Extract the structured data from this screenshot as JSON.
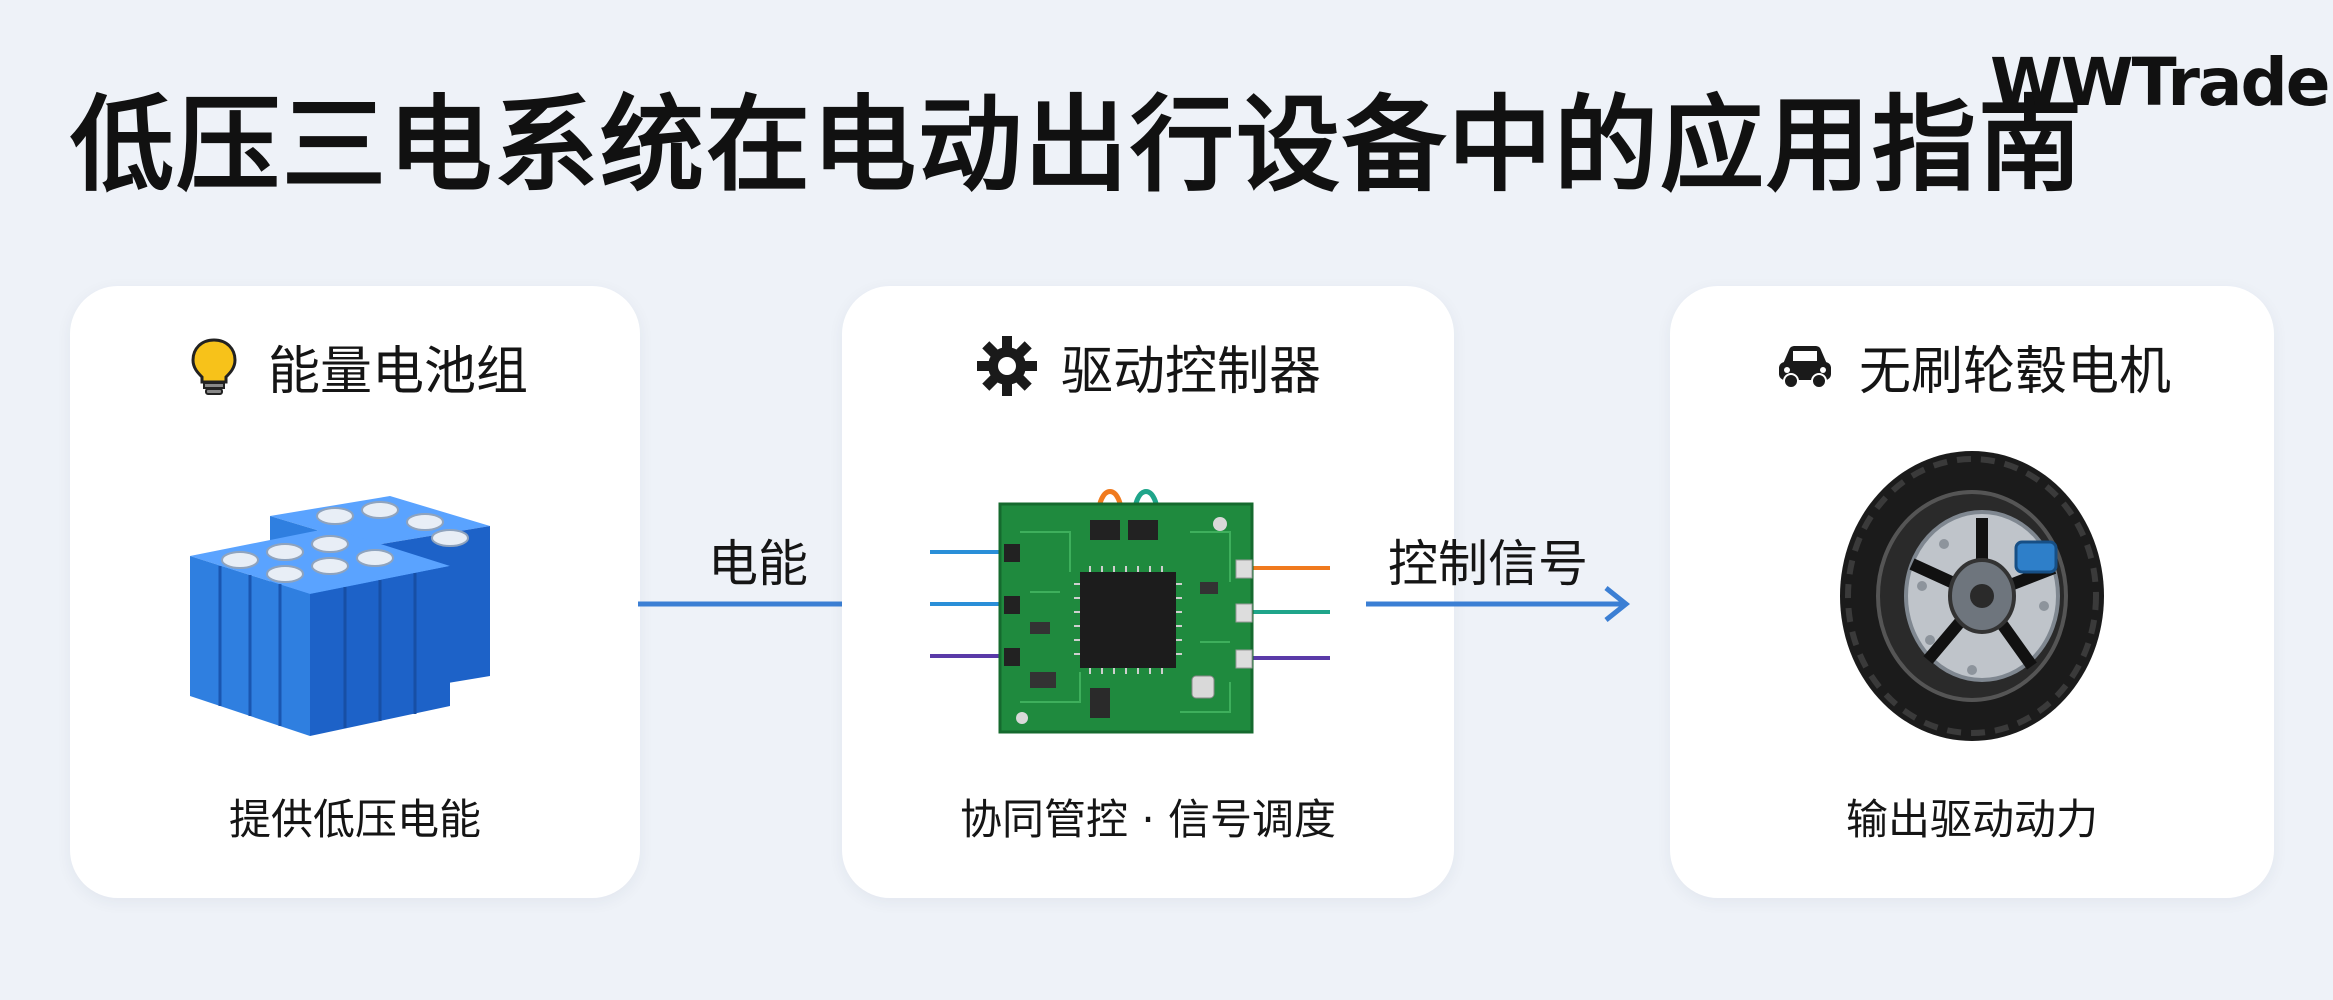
{
  "title": "低压三电系统在电动出行设备中的应用指南",
  "brand": "WWTrade",
  "colors": {
    "arrow": "#3b7fd4",
    "battery": "#2f7fe0",
    "pcb": "#1f8a3e",
    "background": "#eef2f8"
  },
  "cards": [
    {
      "title": "能量电池组",
      "caption": "提供低压电能",
      "icon": "lightbulb-icon"
    },
    {
      "title": "驱动控制器",
      "caption": "协同管控 · 信号调度",
      "icon": "gear-icon"
    },
    {
      "title": "无刷轮毂电机",
      "caption": "输出驱动动力",
      "icon": "car-icon"
    }
  ],
  "flows": [
    {
      "label": "电能"
    },
    {
      "label": "控制信号"
    }
  ]
}
